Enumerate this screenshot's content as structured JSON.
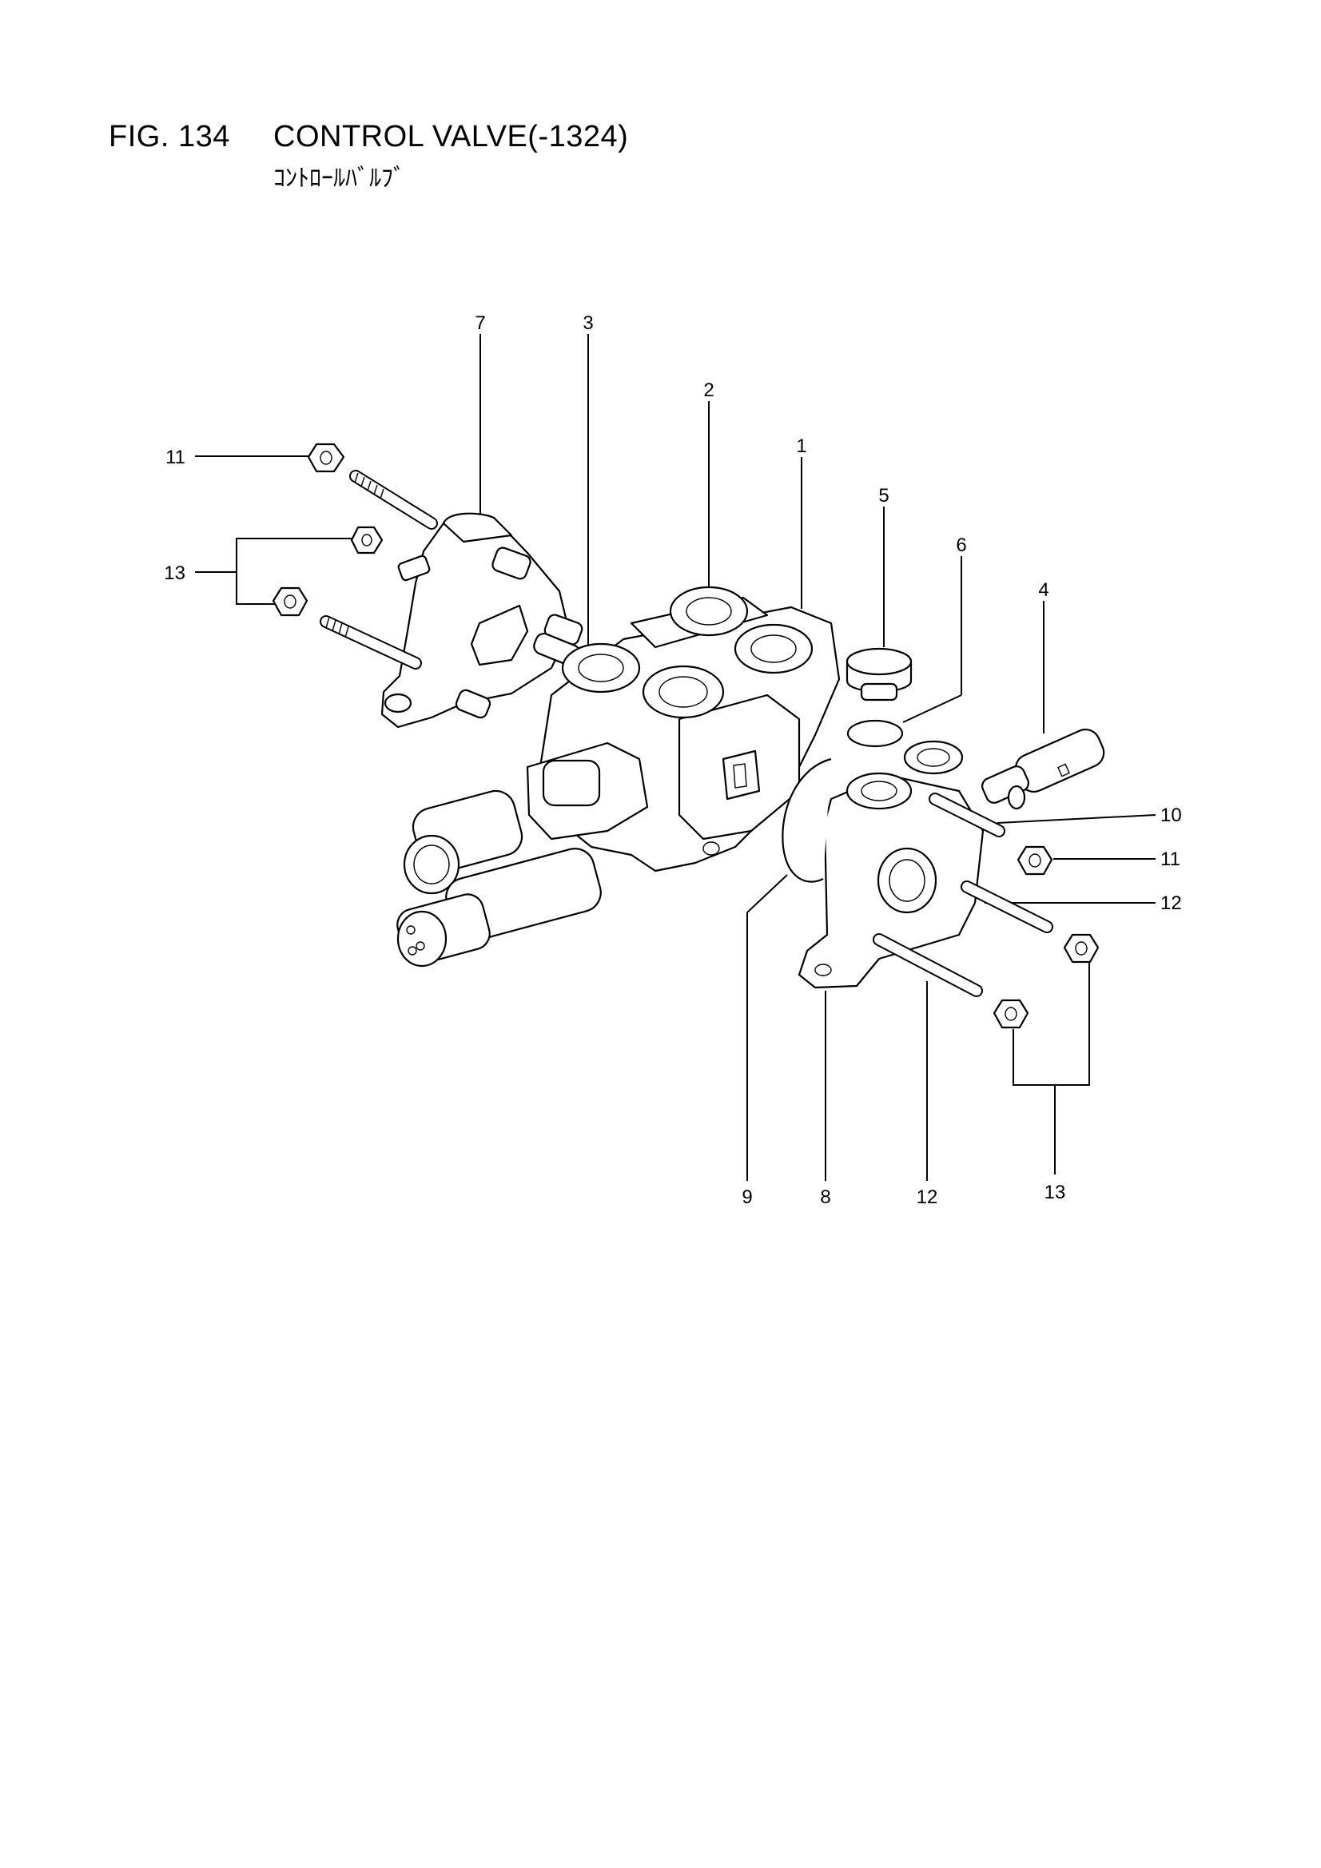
{
  "figure": {
    "number": "FIG. 134",
    "title": "CONTROL VALVE(-1324)",
    "subtitle": "ｺﾝﾄﾛｰﾙﾊﾞﾙﾌﾞ"
  },
  "callouts": [
    {
      "id": "c7",
      "label": "7"
    },
    {
      "id": "c3",
      "label": "3"
    },
    {
      "id": "c2",
      "label": "2"
    },
    {
      "id": "c1",
      "label": "1"
    },
    {
      "id": "c11a",
      "label": "11"
    },
    {
      "id": "c5",
      "label": "5"
    },
    {
      "id": "c6",
      "label": "6"
    },
    {
      "id": "c13a",
      "label": "13"
    },
    {
      "id": "c4",
      "label": "4"
    },
    {
      "id": "c10",
      "label": "10"
    },
    {
      "id": "c11b",
      "label": "11"
    },
    {
      "id": "c12a",
      "label": "12"
    },
    {
      "id": "c9",
      "label": "9"
    },
    {
      "id": "c8",
      "label": "8"
    },
    {
      "id": "c12b",
      "label": "12"
    },
    {
      "id": "c13b",
      "label": "13"
    }
  ]
}
